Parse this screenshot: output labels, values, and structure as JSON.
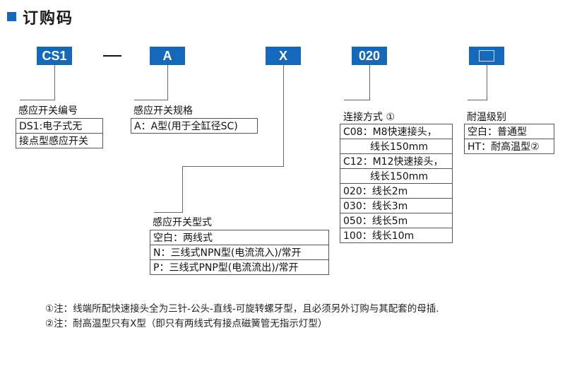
{
  "header": {
    "title": "订购码"
  },
  "codes": {
    "series": "CS1",
    "sensor": "A",
    "type": "X",
    "connection": "020",
    "temp": ""
  },
  "section_sensor_code": {
    "title": "感应开关编号",
    "rows": [
      "DS1:电子式无",
      "接点型感应开关"
    ]
  },
  "section_sensor_spec": {
    "title": "感应开关规格",
    "rows": [
      "A：A型(用于全缸径SC)"
    ]
  },
  "section_sensor_type": {
    "title": "感应开关型式",
    "rows": [
      "空白：两线式",
      "N：三线式NPN型(电流流入)/常开",
      "P：三线式PNP型(电流流出)/常开"
    ]
  },
  "section_connection": {
    "title": "连接方式  ①",
    "rows": [
      "C08：M8快速接头，",
      "线长150mm",
      "C12：M12快速接头，",
      "线长150mm",
      "020：线长2m",
      "030：线长3m",
      "050：线长5m",
      "100：线长10m"
    ]
  },
  "section_temp": {
    "title": "耐温级别",
    "rows": [
      "空白：普通型",
      "HT：耐高温型②"
    ]
  },
  "notes": [
    "①注：线端所配快速接头全为三针-公头-直线-可旋转螺牙型，且必须另外订购与其配套的母插.",
    "②注：耐高温型只有X型（即只有两线式有接点磁簧管无指示灯型）"
  ],
  "colors": {
    "accent": "#1668b8"
  }
}
